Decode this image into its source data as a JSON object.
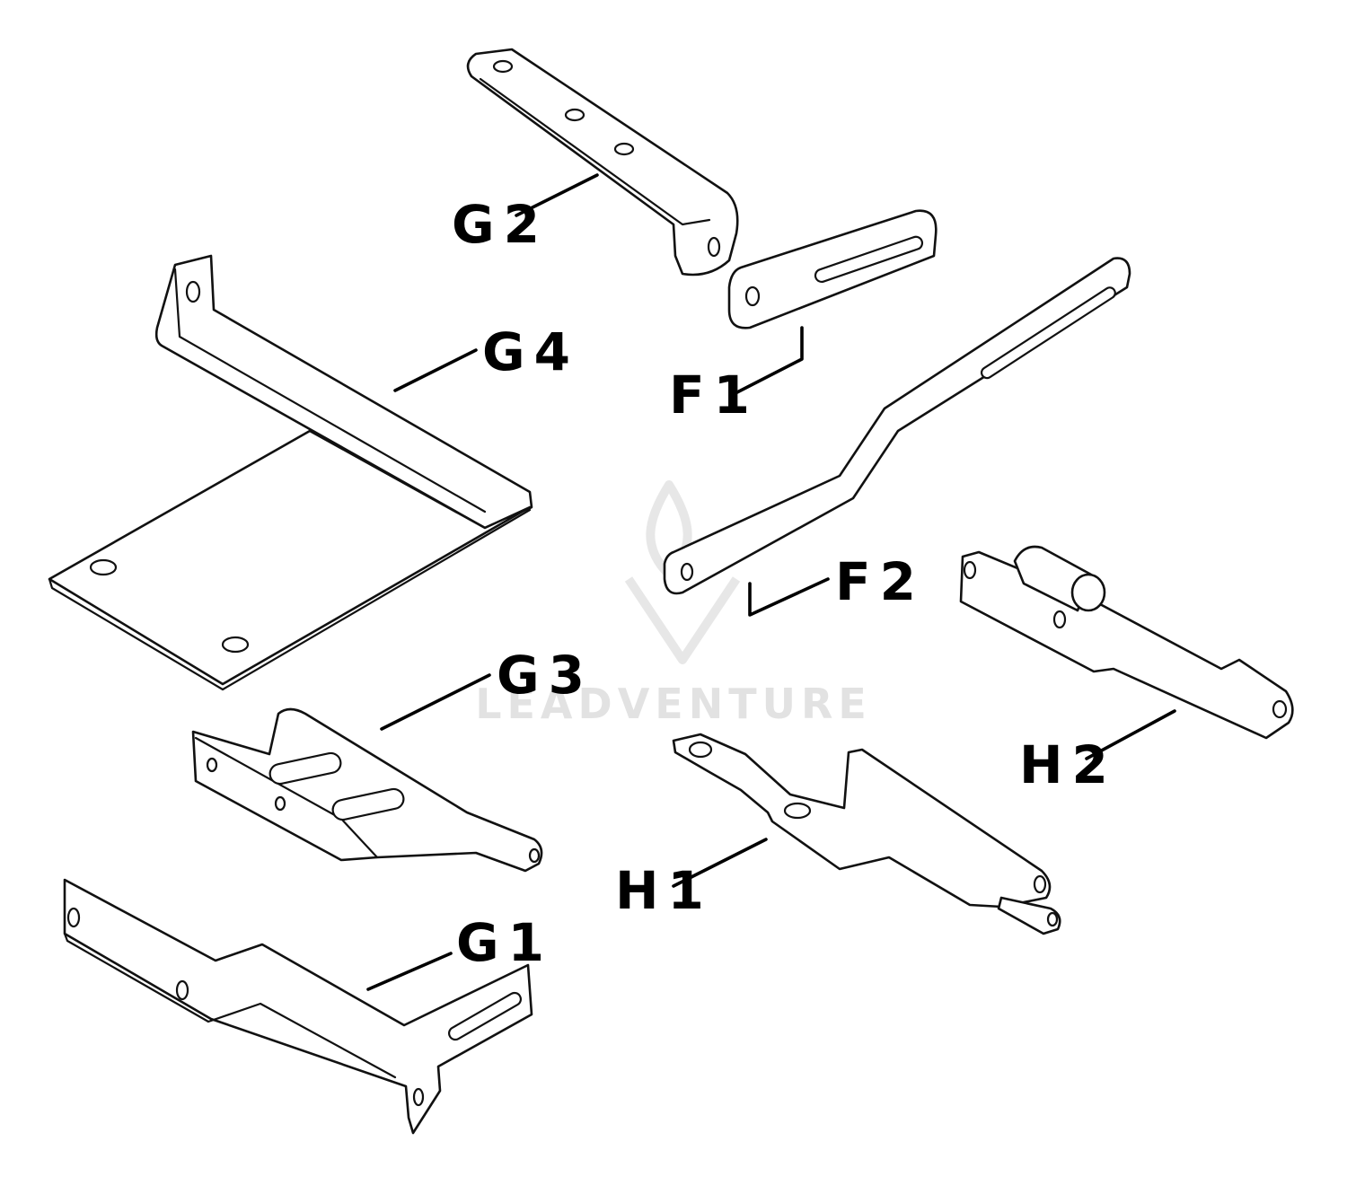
{
  "watermark": {
    "text": "LEADVENTURE"
  },
  "parts": [
    {
      "id": "G2",
      "label": "G2"
    },
    {
      "id": "G4",
      "label": "G4"
    },
    {
      "id": "F1",
      "label": "F1"
    },
    {
      "id": "F2",
      "label": "F2"
    },
    {
      "id": "G3",
      "label": "G3"
    },
    {
      "id": "H2",
      "label": "H2"
    },
    {
      "id": "H1",
      "label": "H1"
    },
    {
      "id": "G1",
      "label": "G1"
    }
  ]
}
